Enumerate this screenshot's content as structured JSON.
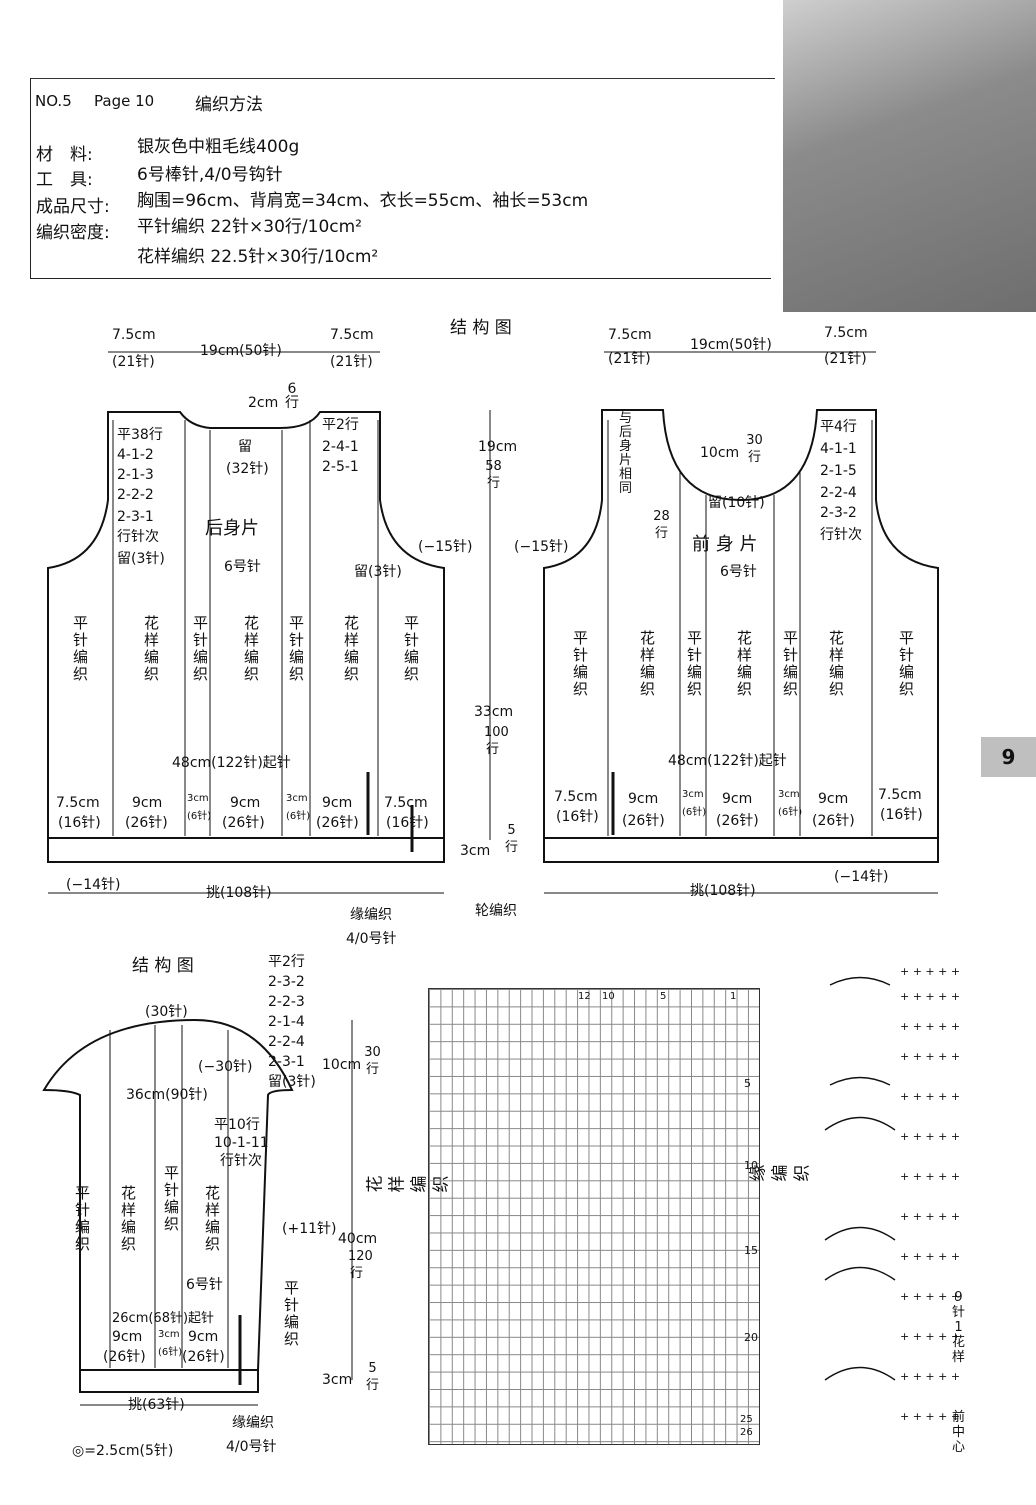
{
  "header": {
    "no": "NO.5",
    "page": "Page 10",
    "title": "编织方法",
    "materials_label": "材　料:",
    "materials": "银灰色中粗毛线400g",
    "tools_label": "工　具:",
    "tools": "6号棒针,4/0号钩针",
    "size_label": "成品尺寸:",
    "size": "胸围=96cm、背肩宽=34cm、衣长=55cm、袖长=53cm",
    "gauge_label": "编织密度:",
    "gauge1": "平针编织 22针×30行/10cm²",
    "gauge2": "花样编织 22.5针×30行/10cm²"
  },
  "page_number": "9",
  "structure_title": "结 构 图",
  "back": {
    "name": "后身片",
    "needle": "6号针",
    "top_left": "7.5cm",
    "top_left_st": "(21针)",
    "top_mid": "19cm(50针)",
    "top_right": "7.5cm",
    "top_right_st": "(21针)",
    "neck_depth": "2cm",
    "neck_rows": "6行",
    "neck_keep": "留",
    "neck_keep_st": "(32针)",
    "shoulder_left": [
      "平38行",
      "4-1-2",
      "2-1-3",
      "2-2-2",
      "2-3-1",
      "行针次",
      "留(3针)"
    ],
    "shoulder_right": [
      "平2行",
      "2-4-1",
      "2-5-1"
    ],
    "armhole_dec": "(−15针)",
    "keep_right": "留(3针)",
    "cast_on": "48cm(122针)起针",
    "bottom": [
      "7.5cm",
      "(16针)",
      "9cm",
      "(26针)",
      "3cm",
      "(6针)",
      "9cm",
      "(26针)",
      "3cm",
      "(6针)",
      "9cm",
      "(26针)",
      "7.5cm",
      "(16针)"
    ],
    "decrease": "(−14针)",
    "pickup": "挑(108针)",
    "edge": "缘编织",
    "edge_needle": "4/0号针",
    "columns": [
      "平针编织",
      "花样编织",
      "平针编织",
      "花样编织",
      "平针编织",
      "花样编织",
      "平针编织"
    ]
  },
  "middle": {
    "armhole": "19cm",
    "armhole_rows": "58行",
    "body": "33cm",
    "body_rows": "100行",
    "rib": "3cm",
    "rib_rows": "5行",
    "round": "轮编织"
  },
  "front": {
    "name": "前 身 片",
    "needle": "6号针",
    "top_left": "7.5cm",
    "top_left_st": "(21针)",
    "top_mid": "19cm(50针)",
    "top_right": "7.5cm",
    "top_right_st": "(21针)",
    "same_as_back": "与后身片相同",
    "neck": "10cm",
    "neck_rows": "30行",
    "neck_keep": "留(10针)",
    "neck_side_rows": "28行",
    "shoulder_right": [
      "平4行",
      "4-1-1",
      "2-1-5",
      "2-2-4",
      "2-3-2",
      "行针次"
    ],
    "armhole_dec": "(−15针)",
    "cast_on": "48cm(122针)起针",
    "bottom": [
      "7.5cm",
      "(16针)",
      "9cm",
      "(26针)",
      "3cm",
      "(6针)",
      "9cm",
      "(26针)",
      "3cm",
      "(6针)",
      "9cm",
      "(26针)",
      "7.5cm",
      "(16针)"
    ],
    "decrease": "(−14针)",
    "pickup": "挑(108针)"
  },
  "sleeve": {
    "title": "结 构 图",
    "cap_rows": [
      "平2行",
      "2-3-2",
      "2-2-3",
      "2-1-4",
      "2-2-4",
      "2-3-1",
      "留(3针)"
    ],
    "cap_height": "10cm",
    "cap_rows_total": "30行",
    "top": "(30针)",
    "cap_dec": "(−30针)",
    "width": "36cm(90针)",
    "inc_rows": [
      "平10行",
      "10-1-11",
      "行针次"
    ],
    "inc": "(+11针)",
    "length": "40cm",
    "length_rows": "120行",
    "needle": "6号针",
    "cast_on": "26cm(68针)起针",
    "bottom": [
      "9cm",
      "(26针)",
      "3cm",
      "(6针)",
      "9cm",
      "(26针)"
    ],
    "cuff": "3cm",
    "cuff_rows": "5行",
    "pickup": "挑(63针)",
    "edge": "缘编织",
    "edge_needle": "4/0号针",
    "legend": "◎=2.5cm(5针)",
    "columns": [
      "平针编织",
      "花样编织",
      "平针编织",
      "花样编织",
      "平针编织"
    ]
  },
  "pattern": {
    "label": "花样编织",
    "row_nums": [
      "5",
      "10",
      "15",
      "20",
      "25",
      "26"
    ],
    "col_nums": [
      "12",
      "10",
      "5",
      "1"
    ]
  },
  "edging": {
    "label": "缘编织",
    "repeat": "9针1花样",
    "center": "前中心"
  }
}
